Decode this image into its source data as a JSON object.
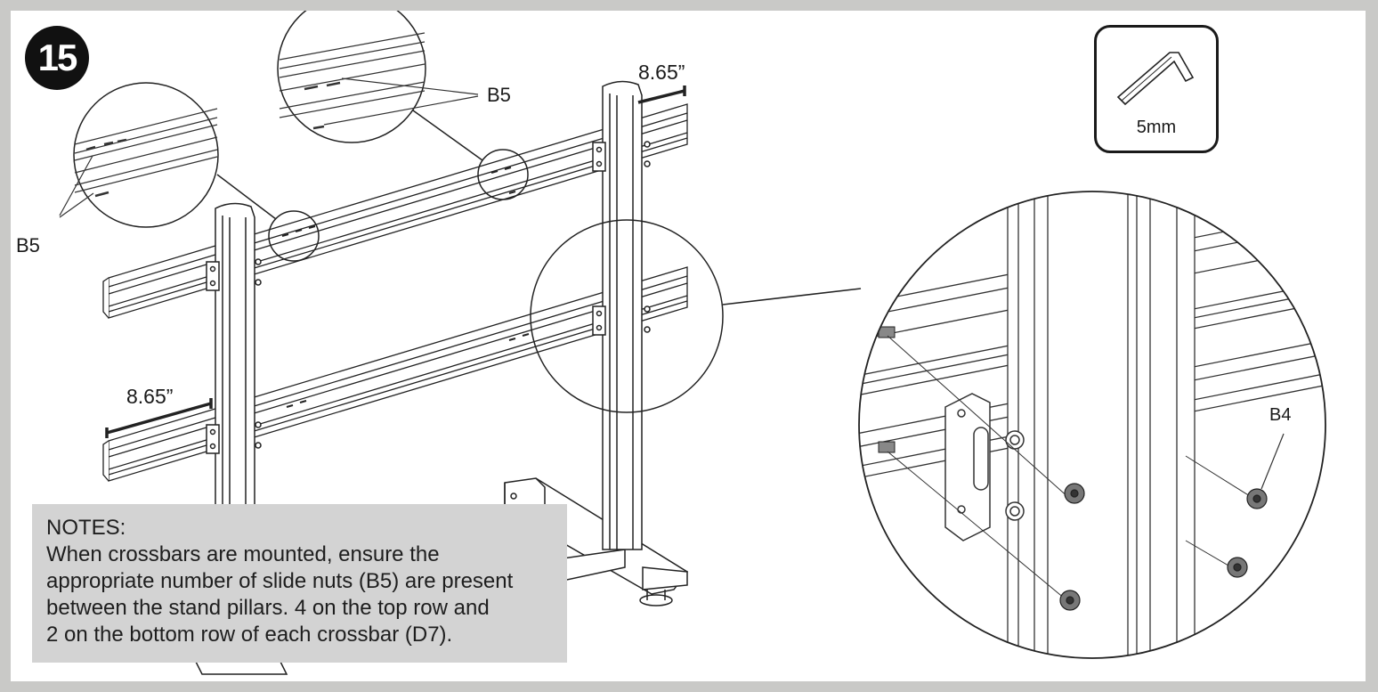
{
  "step": {
    "number": "15"
  },
  "tool": {
    "label": "5mm",
    "icon": "hex-key-icon"
  },
  "dimensions": {
    "top_right": "8.65”",
    "bottom_left": "8.65”"
  },
  "callouts": {
    "b5_left": "B5",
    "b5_top": "B5",
    "b4": "B4"
  },
  "notes": {
    "heading": "NOTES:",
    "lines": [
      "When crossbars are mounted, ensure the",
      "appropriate number of slide nuts (B5) are present",
      "between the stand pillars. 4 on the top row and",
      "2 on the bottom row of each crossbar (D7)."
    ]
  },
  "colors": {
    "line": "#222222",
    "panel": "#d3d3d3",
    "frame": "#c9c9c7",
    "bolt": "#555555"
  }
}
